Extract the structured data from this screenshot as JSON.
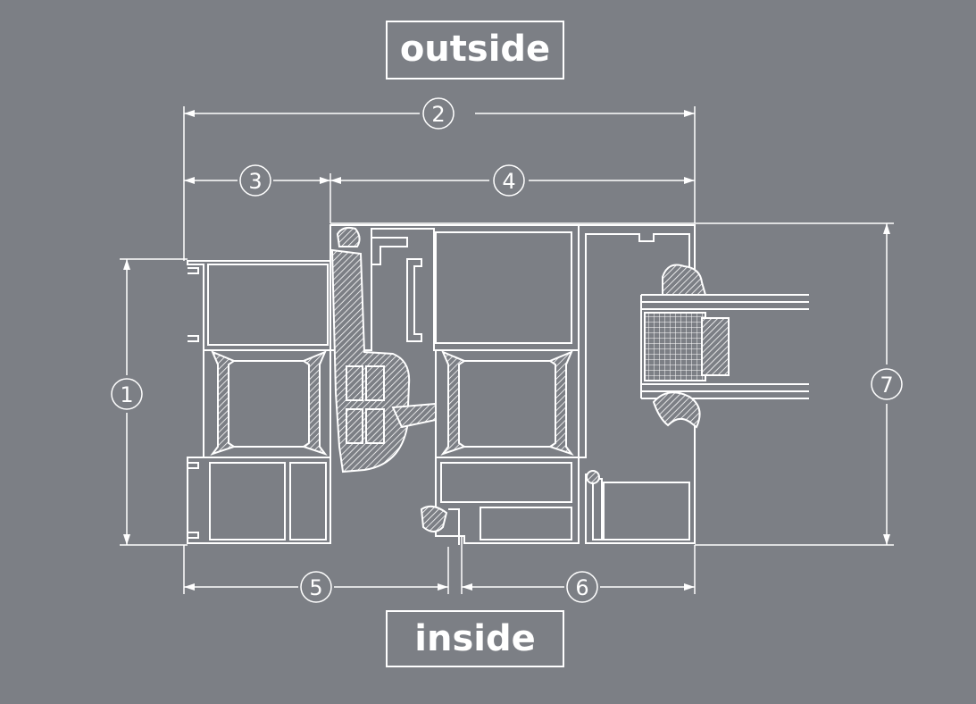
{
  "labels": {
    "outside": "outside",
    "inside": "inside"
  },
  "dimensions": [
    {
      "id": "1",
      "text": "1"
    },
    {
      "id": "2",
      "text": "2"
    },
    {
      "id": "3",
      "text": "3"
    },
    {
      "id": "4",
      "text": "4"
    },
    {
      "id": "5",
      "text": "5"
    },
    {
      "id": "6",
      "text": "6"
    },
    {
      "id": "7",
      "text": "7"
    }
  ],
  "colors": {
    "background": "#7c7f85",
    "line": "#ffffff"
  }
}
